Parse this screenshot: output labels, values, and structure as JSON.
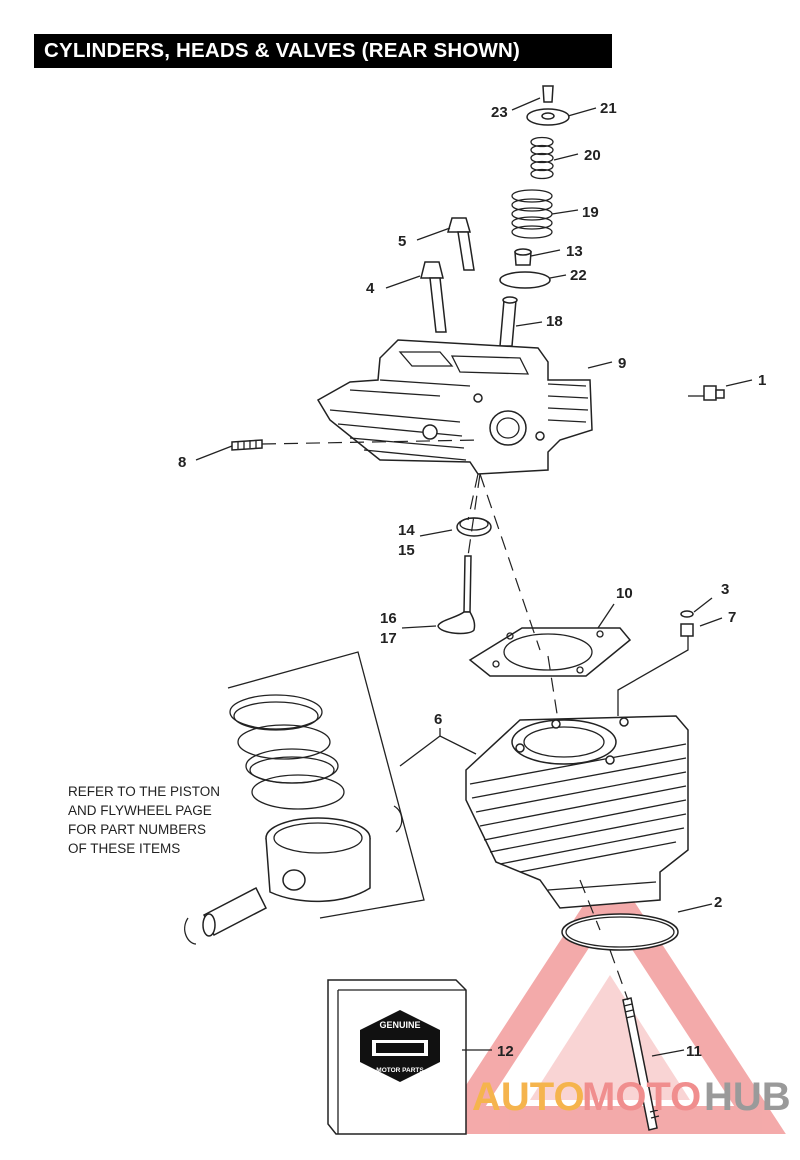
{
  "title": "CYLINDERS, HEADS & VALVES (REAR SHOWN)",
  "callouts": {
    "c1": "1",
    "c2": "2",
    "c3": "3",
    "c4": "4",
    "c5": "5",
    "c6": "6",
    "c7": "7",
    "c8": "8",
    "c9": "9",
    "c10": "10",
    "c11": "11",
    "c12": "12",
    "c13": "13",
    "c14": "14",
    "c15": "15",
    "c16": "16",
    "c17": "17",
    "c18": "18",
    "c19": "19",
    "c20": "20",
    "c21": "21",
    "c22": "22",
    "c23": "23"
  },
  "note_lines": [
    "REFER TO THE PISTON",
    "AND FLYWHEEL PAGE",
    "FOR PART NUMBERS",
    "OF THESE ITEMS"
  ],
  "logo": {
    "top": "GENUINE",
    "bottom": "MOTOR PARTS"
  },
  "watermark": {
    "part1": "AUTO",
    "part2": "MOTO",
    "part3": "HUB",
    "colors": {
      "part1": "#f5b44d",
      "part2": "#f08e8e",
      "part3": "#9a9a9a"
    }
  }
}
